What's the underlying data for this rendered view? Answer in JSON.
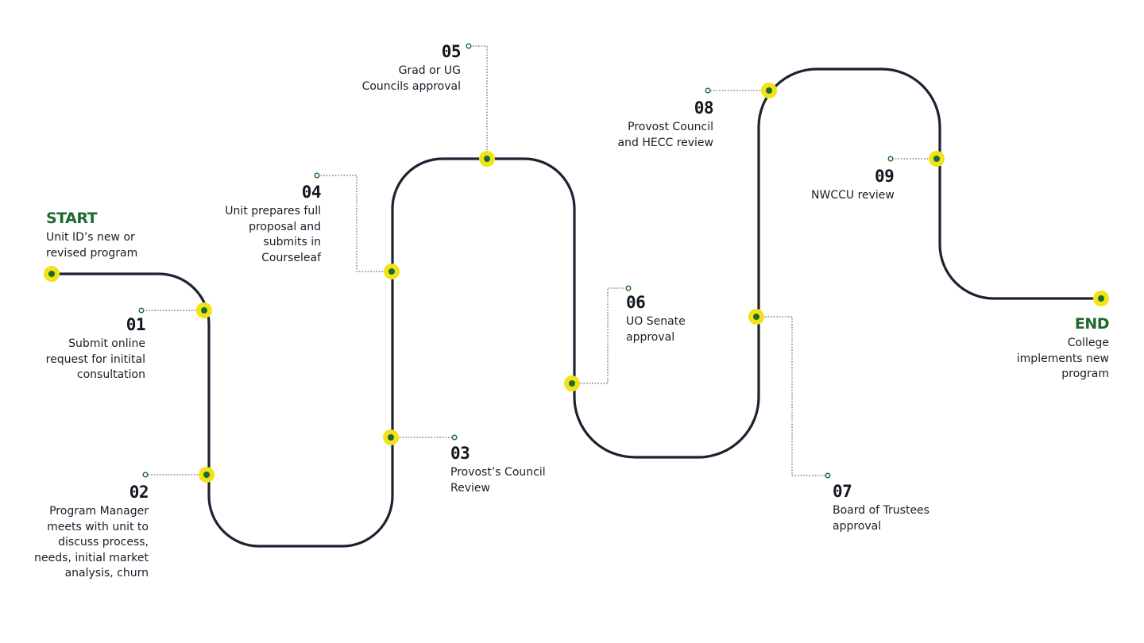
{
  "colors": {
    "path": "#1e2130",
    "node_ring": "#f2e21a",
    "node_center": "#1b6b2e",
    "accent_green": "#1b6b2e",
    "connector": "#444444"
  },
  "steps": {
    "start": {
      "label": "START",
      "text": "Unit ID’s new or\nrevised program"
    },
    "s01": {
      "label": "01",
      "text": "Submit online\nrequest for initital\nconsultation"
    },
    "s02": {
      "label": "02",
      "text": "Program Manager\nmeets with unit to\ndiscuss process,\nneeds, initial market\nanalysis, churn"
    },
    "s03": {
      "label": "03",
      "text": "Provost’s Council\nReview"
    },
    "s04": {
      "label": "04",
      "text": "Unit prepares full\nproposal and\nsubmits in\nCourseleaf"
    },
    "s05": {
      "label": "05",
      "text": "Grad or UG\nCouncils approval"
    },
    "s06": {
      "label": "06",
      "text": "UO Senate\napproval"
    },
    "s07": {
      "label": "07",
      "text": "Board of Trustees\napproval"
    },
    "s08": {
      "label": "08",
      "text": "Provost Council\nand HECC review"
    },
    "s09": {
      "label": "09",
      "text": "NWCCU review"
    },
    "end": {
      "label": "END",
      "text": "College\nimplements new\nprogram"
    }
  }
}
